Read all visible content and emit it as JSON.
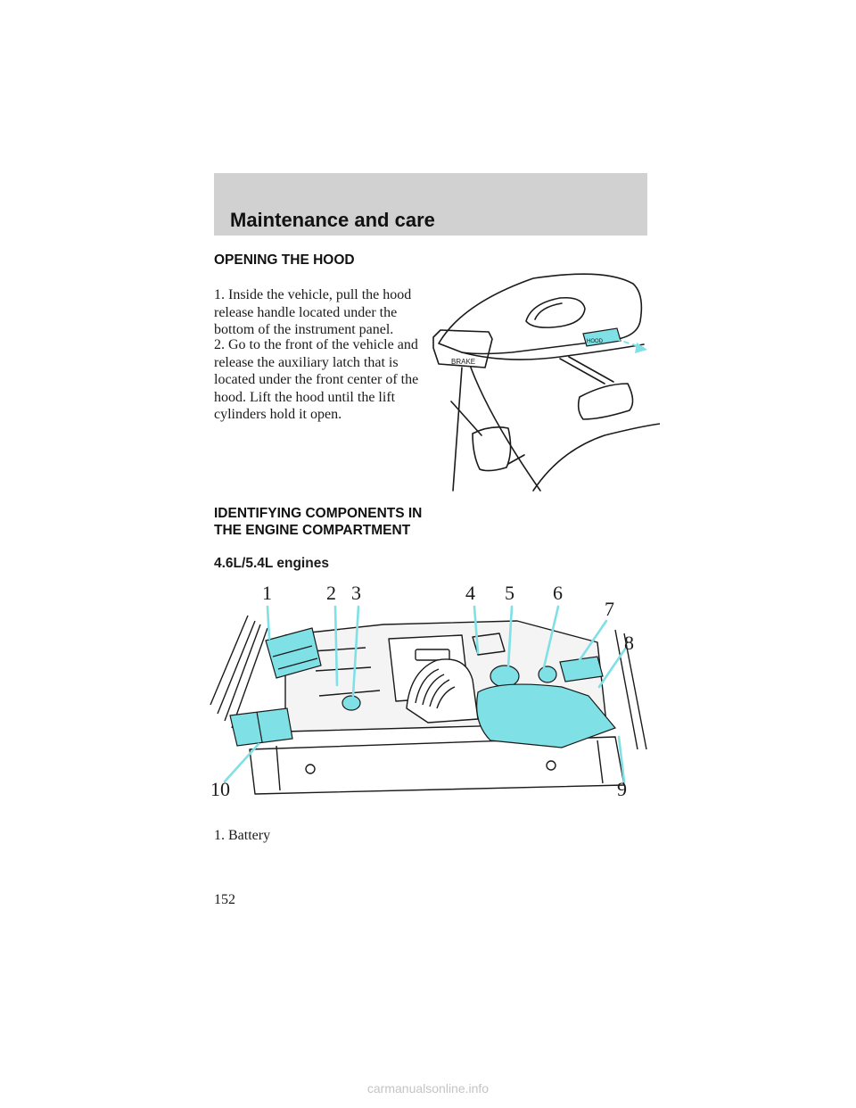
{
  "header": {
    "title": "Maintenance and care"
  },
  "section1": {
    "title": "OPENING THE HOOD",
    "step1": "1. Inside the vehicle, pull the hood release handle located under the bottom of the instrument panel.",
    "step2": "2. Go to the front of the vehicle and release the auxiliary latch that is located under the front center of the hood. Lift the hood until the lift cylinders hold it open.",
    "figure_labels": {
      "brake": "BRAKE",
      "hood": "HOOD"
    }
  },
  "section2": {
    "title_line1": "IDENTIFYING COMPONENTS IN",
    "title_line2": "THE ENGINE COMPARTMENT",
    "subtitle": "4.6L/5.4L engines",
    "callouts": [
      "1",
      "2",
      "3",
      "4",
      "5",
      "6",
      "7",
      "8",
      "9",
      "10"
    ],
    "list": [
      "1. Battery"
    ]
  },
  "page_number": "152",
  "watermark": "carmanualsonline.info",
  "colors": {
    "accent": "#7fe0e6",
    "band": "#d1d1d1"
  }
}
